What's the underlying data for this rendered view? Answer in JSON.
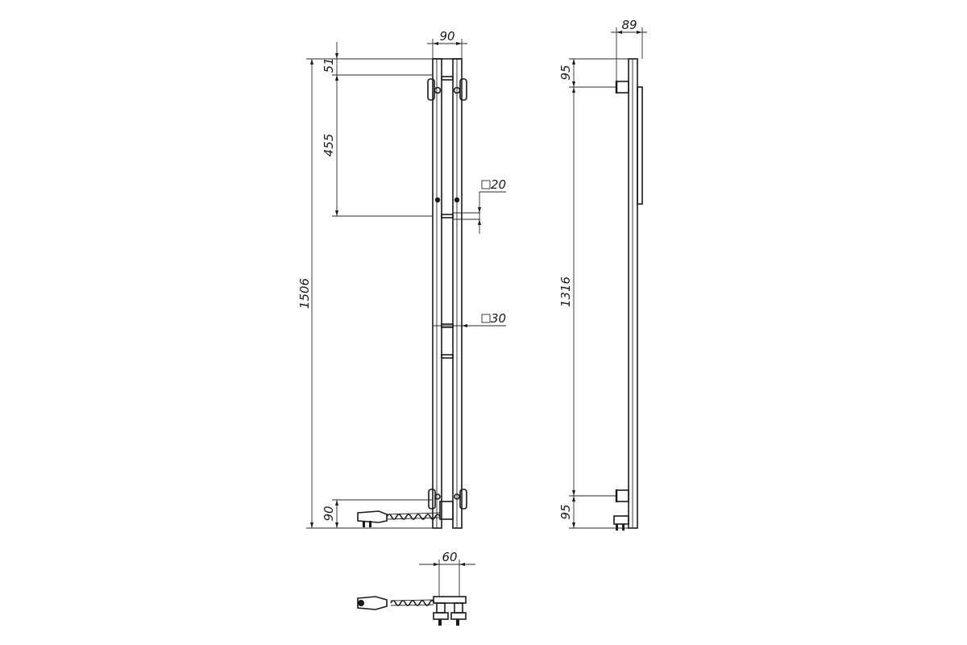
{
  "front_view": {
    "width_label": "90",
    "top_offset_label": "51",
    "hole_spacing_label": "455",
    "total_height_label": "1506",
    "bottom_offset_label": "90",
    "tube_small_label": "20",
    "tube_large_label": "30"
  },
  "side_view": {
    "depth_label": "89",
    "top_offset_label": "95",
    "mount_spacing_label": "1316",
    "bottom_offset_label": "95"
  },
  "bottom_view": {
    "width_label": "60"
  }
}
